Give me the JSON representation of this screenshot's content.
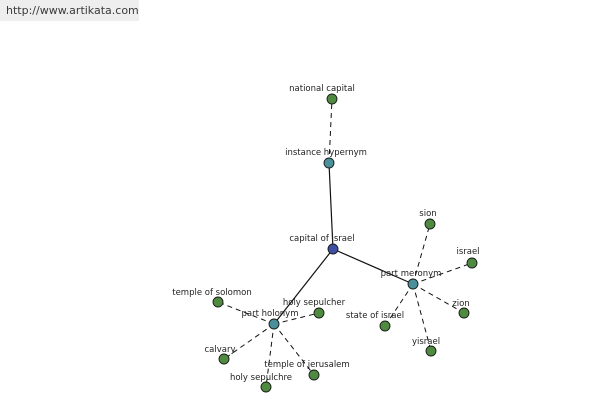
{
  "watermark": {
    "url": "http://www.artikata.com"
  },
  "colors": {
    "center": "#3f4fa3",
    "relation": "#4a8f9a",
    "leaf": "#4e8a3f",
    "outline": "#1a1a1a",
    "edge": "#111111"
  },
  "graph": {
    "center": "capital of israel",
    "relations": [
      {
        "label": "instance hypernym",
        "items": [
          "national capital"
        ]
      },
      {
        "label": "part holonym",
        "items": [
          "temple of solomon",
          "holy sepulcher",
          "calvary",
          "holy sepulchre",
          "temple of jerusalem"
        ]
      },
      {
        "label": "part meronym",
        "items": [
          "sion",
          "israel",
          "zion",
          "yisrael",
          "state of israel"
        ]
      }
    ]
  }
}
